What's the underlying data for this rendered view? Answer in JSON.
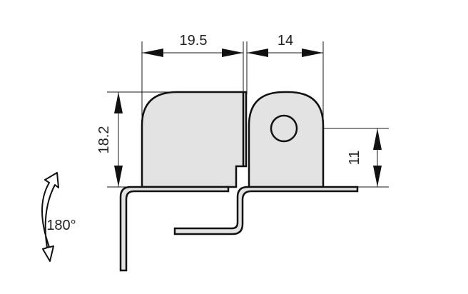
{
  "dimensions": {
    "width_left": "19.5",
    "width_right": "14",
    "height": "18.2",
    "hole_height": "11"
  },
  "rotation": {
    "label": "180°"
  },
  "colors": {
    "part_fill": "#e3e3e3",
    "line": "#111111",
    "background": "#ffffff"
  },
  "icons": {
    "rotation_arrow": "curved-double-arrow-icon"
  }
}
